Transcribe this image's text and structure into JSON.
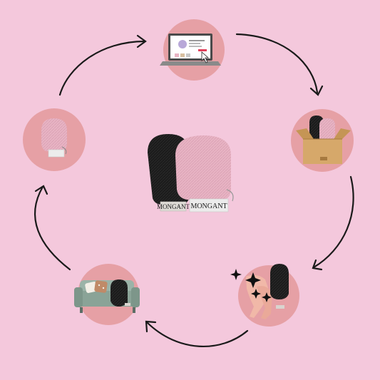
{
  "center": {
    "brand_black": "MONGANT",
    "brand_pink": "MONGANT"
  },
  "colors": {
    "background": "#f4c8dc",
    "circle": "#e6a0a5",
    "arrow": "#1a1a1a",
    "mitt_black": "#1b1b1b",
    "mitt_pink": "#e8b4c4"
  },
  "steps": [
    {
      "name": "order-online",
      "icon": "laptop-shopping-icon"
    },
    {
      "name": "delivery-box",
      "icon": "package-box-icon"
    },
    {
      "name": "use-on-legs",
      "icon": "legs-sparkle-icon"
    },
    {
      "name": "relax-sofa",
      "icon": "sofa-icon"
    },
    {
      "name": "dry-mitt",
      "icon": "pink-mitt-icon"
    }
  ]
}
